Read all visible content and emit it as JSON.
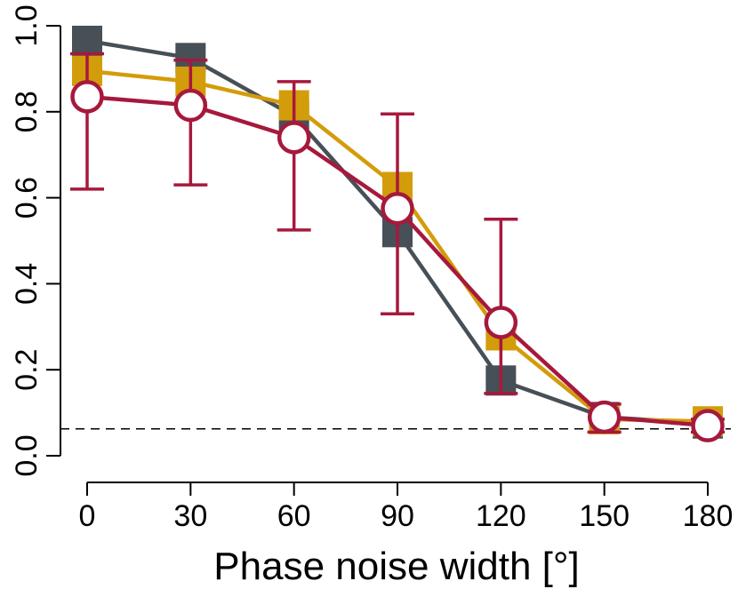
{
  "chart_data": {
    "type": "line",
    "title": "",
    "xlabel": "Phase noise width [°]",
    "ylabel": "",
    "x": [
      0,
      30,
      60,
      90,
      120,
      150,
      180
    ],
    "xticks": [
      "0",
      "30",
      "60",
      "90",
      "120",
      "150",
      "180"
    ],
    "yticks": [
      "0.0",
      "0.2",
      "0.4",
      "0.6",
      "0.8",
      "1.0"
    ],
    "xlim": [
      0,
      180
    ],
    "ylim": [
      0,
      1
    ],
    "grid": false,
    "chance_level": 0.0625,
    "series": [
      {
        "color": "#474f57",
        "marker": "filled-square",
        "values": [
          0.965,
          0.925,
          0.79,
          0.52,
          0.175,
          0.09,
          0.075
        ]
      },
      {
        "color": "#d39c0a",
        "marker": "filled-square",
        "values": [
          0.895,
          0.87,
          0.815,
          0.625,
          0.28,
          0.085,
          0.08
        ]
      },
      {
        "color": "#a6193c",
        "marker": "open-circle",
        "values": [
          0.835,
          0.815,
          0.74,
          0.575,
          0.31,
          0.09,
          0.07
        ],
        "error_low": [
          0.62,
          0.63,
          0.525,
          0.33,
          0.145,
          0.055,
          0.055
        ],
        "error_high": [
          0.935,
          0.92,
          0.87,
          0.795,
          0.55,
          0.12,
          0.085
        ]
      }
    ]
  }
}
